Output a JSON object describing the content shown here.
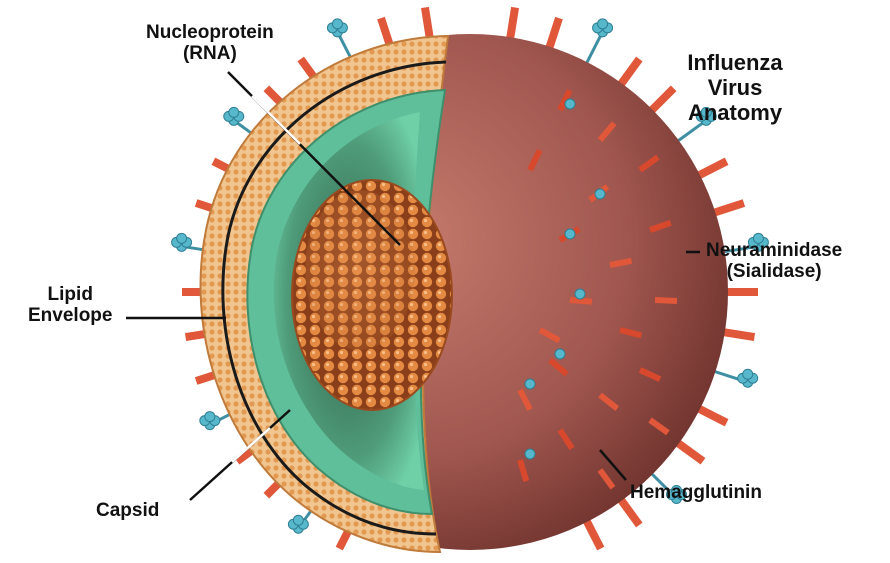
{
  "title": {
    "line1": "Influenza",
    "line2": "Virus",
    "line3": "Anatomy"
  },
  "labels": {
    "nucleoprotein": {
      "line1": "Nucleoprotein",
      "line2": "(RNA)"
    },
    "lipid_envelope": {
      "line1": "Lipid",
      "line2": "Envelope"
    },
    "capsid": "Capsid",
    "neuraminidase": {
      "line1": "Neuraminidase",
      "line2": "(Sialidase)"
    },
    "hemagglutinin": "Hemagglutinin"
  },
  "colors": {
    "background": "#ffffff",
    "hemagglutinin_spike": "#e0573a",
    "neuraminidase_spike": "#57b8cc",
    "outer_surface": "#a0574f",
    "lipid_layer": "#e6a868",
    "capsid": "#5fbf9a",
    "nucleoprotein": "#d6803a",
    "leader_line": "#111111"
  }
}
